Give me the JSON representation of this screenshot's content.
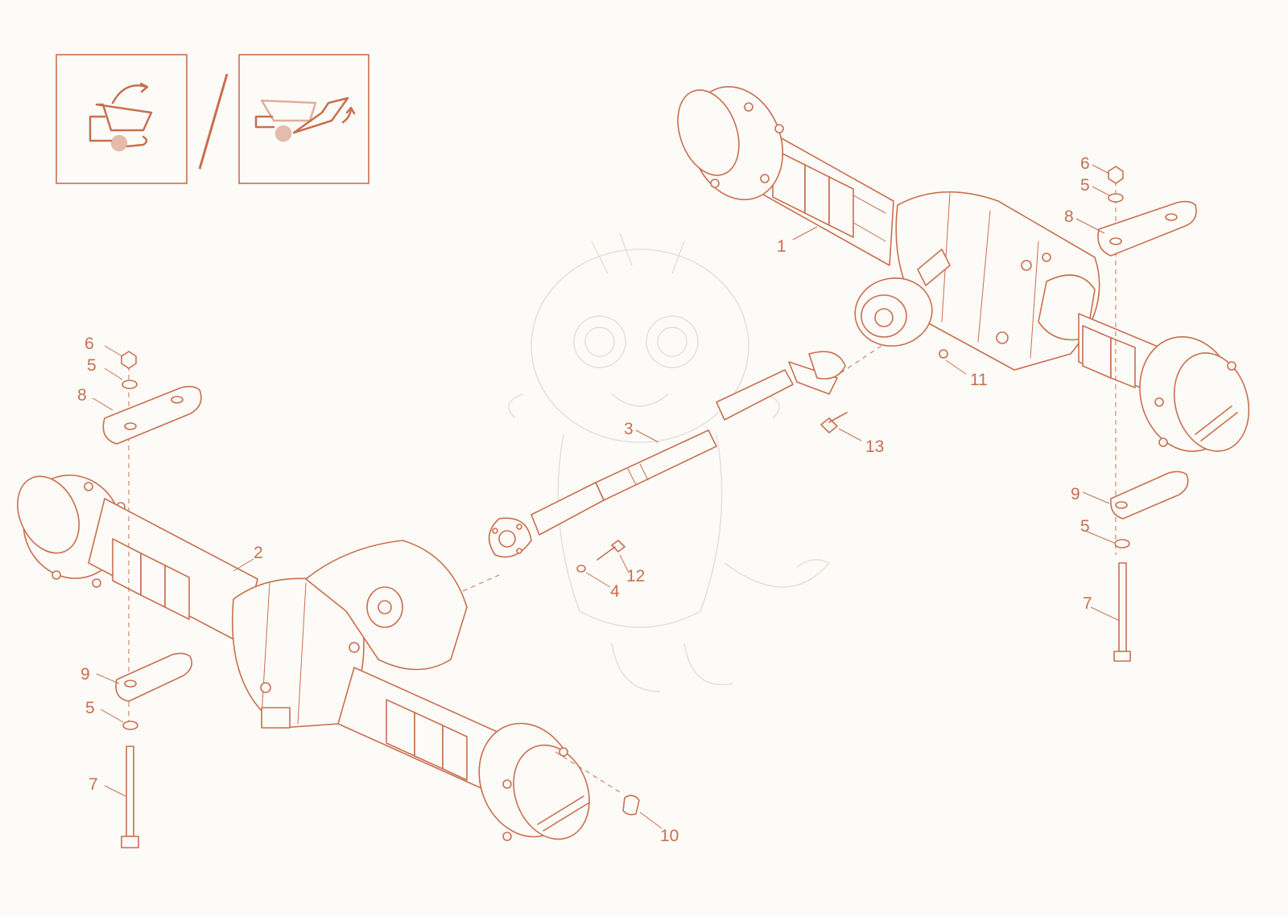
{
  "colors": {
    "line": "#c96f4e",
    "background": "#fdfbf8",
    "watermark": "#e4e1dc"
  },
  "icons": {
    "left": "dumper-tipping-rotation-icon",
    "right": "dumper-high-tip-icon",
    "separator": "slash"
  },
  "labels": {
    "top_right": {
      "p1": "1",
      "p6": "6",
      "p5a": "5",
      "p8": "8",
      "p11": "11",
      "p13": "13",
      "p9": "9",
      "p5b": "5",
      "p7": "7"
    },
    "middle": {
      "p3": "3",
      "p12": "12",
      "p4": "4"
    },
    "left": {
      "p6": "6",
      "p5a": "5",
      "p8": "8",
      "p2": "2",
      "p9": "9",
      "p5b": "5",
      "p7": "7",
      "p10": "10"
    }
  }
}
